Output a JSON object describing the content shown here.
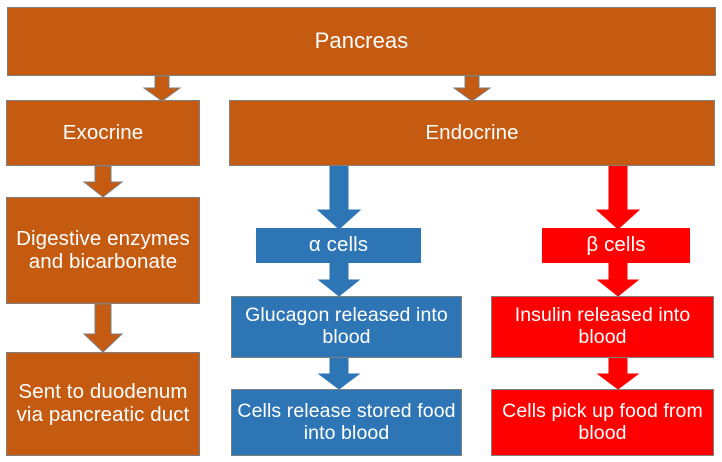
{
  "diagram": {
    "title_node": {
      "label": "Pancreas",
      "color": "#C55A11"
    },
    "branches": {
      "exocrine": {
        "color": "#C55A11",
        "nodes": [
          {
            "name": "exocrine",
            "label": "Exocrine"
          },
          {
            "name": "digestive-enzymes",
            "label": "Digestive enzymes and bicarbonate"
          },
          {
            "name": "sent-to-duodenum",
            "label": "Sent to duodenum via pancreatic duct"
          }
        ]
      },
      "endocrine": {
        "color": "#C55A11",
        "header": {
          "name": "endocrine",
          "label": "Endocrine"
        },
        "alpha": {
          "color": "#2E75B6",
          "nodes": [
            {
              "name": "alpha-cells",
              "label": "α cells"
            },
            {
              "name": "glucagon-released",
              "label": "Glucagon released into blood"
            },
            {
              "name": "cells-release-stored-food",
              "label": "Cells release stored food into blood"
            }
          ]
        },
        "beta": {
          "color": "#FF0000",
          "nodes": [
            {
              "name": "beta-cells",
              "label": "β cells"
            },
            {
              "name": "insulin-released",
              "label": "Insulin released into blood"
            },
            {
              "name": "cells-pick-up-food",
              "label": "Cells pick up food from blood"
            }
          ]
        }
      }
    },
    "arrows": {
      "pancreas_to_exocrine": "down-arrow",
      "pancreas_to_endocrine": "down-arrow",
      "exocrine_to_digestive": "down-arrow",
      "digestive_to_sent": "down-arrow",
      "endocrine_to_alpha": "down-arrow",
      "endocrine_to_beta": "down-arrow",
      "alpha_to_glucagon": "down-arrow",
      "glucagon_to_cells": "down-arrow",
      "beta_to_insulin": "down-arrow",
      "insulin_to_cells": "down-arrow"
    },
    "palette": {
      "orange": "#C55A11",
      "blue": "#2E75B6",
      "red": "#FF0000",
      "outline": "#7f7f7f",
      "text": "#FFFFFF",
      "background": "#FFFFFF"
    }
  }
}
